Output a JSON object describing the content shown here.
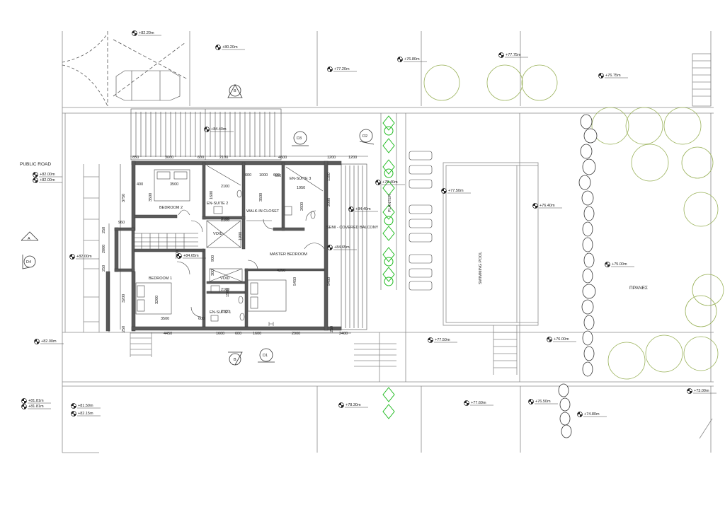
{
  "labels": {
    "public_road": "PUBLIC ROAD",
    "bedroom2": "BEDROOM 2",
    "bedroom1": "BEDROOM 1",
    "master": "MASTER BEDROOM",
    "walkin": "WALK-IN CLOSET",
    "ensuite1": "EN-SUITE 1",
    "ensuite2": "EN-SUITE 2",
    "ensuite3": "EN-SUITE 3",
    "void1": "VOID",
    "void2": "VOID",
    "semi": "SEMI - COVERED BALCONY",
    "planter": "PLANTER",
    "pool": "SWIMMING POOL",
    "pranes": "ΠΡΑΝΕΣ"
  },
  "levels": [
    "+82.20m",
    "+80.20m",
    "+77.20m",
    "+76.80m",
    "+77.75m",
    "+76.75m",
    "+84.40m",
    "+82.00m",
    "+82.00m",
    "+84.40m",
    "+75.40m",
    "+77.50m",
    "+76.40m",
    "+82.00m",
    "+84.65m",
    "+84.65m",
    "+75.00m",
    "+82.00m",
    "+77.50m",
    "+76.00m",
    "+81.81m",
    "+81.81m",
    "+81.50m",
    "+82.15m",
    "+78.30m",
    "+77.60m",
    "+76.50m",
    "+74.80m",
    "+73.00m"
  ],
  "dims": {
    "top": [
      "850",
      "3000",
      "600",
      "2100",
      "4600",
      "1200",
      "1200"
    ],
    "inner_top": [
      "600",
      "1000",
      "600"
    ],
    "bottom": [
      "4450",
      "1600",
      "600",
      "1600",
      "2900",
      "250",
      "2400"
    ],
    "left": [
      "3750",
      "960",
      "250",
      "2000",
      "250",
      "3200",
      "250"
    ],
    "room": [
      "3500",
      "400",
      "3500",
      "2100",
      "1600",
      "2100",
      "3500",
      "1950",
      "2600",
      "2000",
      "1150",
      "600",
      "2100",
      "1900",
      "2000",
      "900",
      "300",
      "1500",
      "2100",
      "4250",
      "5450",
      "5450",
      "3500",
      "3200",
      "600",
      "2100"
    ]
  },
  "markers": {
    "section_a": "A",
    "section_b_top": "B",
    "section_b_bottom": "B",
    "elev_d1": "D1",
    "elev_d2": "D2",
    "elev_d3": "D3",
    "elev_d4": "D4"
  }
}
